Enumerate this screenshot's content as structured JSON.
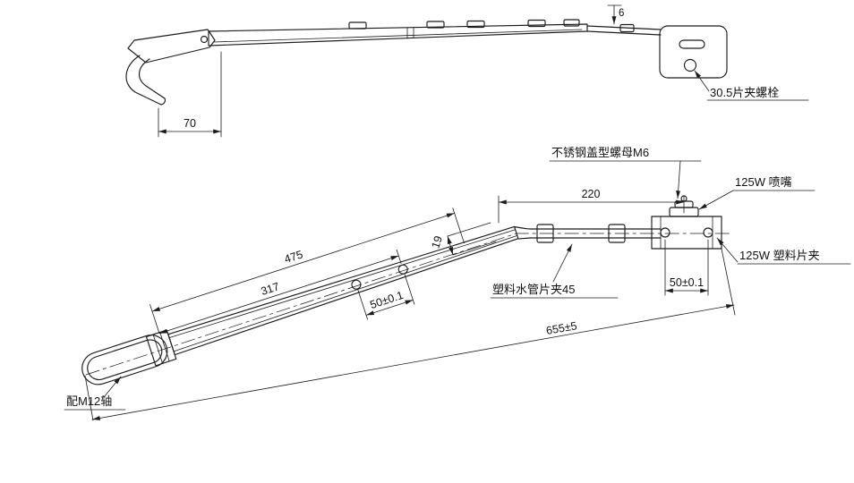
{
  "colors": {
    "line": "#1c1c1c",
    "background": "#ffffff"
  },
  "side_view": {
    "dim_hook_width": "70",
    "dim_blade_thickness": "6",
    "label_clip_bolt": "30.5片夹螺栓"
  },
  "plan_view": {
    "dim_length_475": "475",
    "dim_length_317": "317",
    "dim_hole_spacing": "50±0.1",
    "dim_arm_width": "19",
    "dim_length_220": "220",
    "dim_nozzle_spacing": "50±0.1",
    "dim_overall_length": "655±5",
    "label_cap_nut": "不锈钢盖型螺母M6",
    "label_nozzle": "125W 喷嘴",
    "label_plastic_clip": "125W 塑料片夹",
    "label_pipe_clip": "塑料水管片夹45",
    "label_shaft": "配M12轴"
  }
}
